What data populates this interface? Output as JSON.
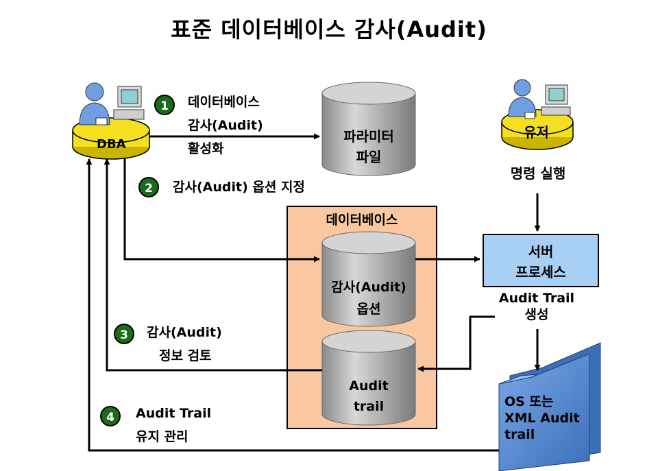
{
  "title": "표준 데이터베이스 감사(Audit)",
  "actors": {
    "dba": "DBA",
    "user": "유저"
  },
  "steps": [
    {
      "number": "1",
      "lines": [
        "데이터베이스",
        "감사(Audit)",
        "활성화"
      ]
    },
    {
      "number": "2",
      "lines": [
        "감사(Audit) 옵션 지정"
      ]
    },
    {
      "number": "3",
      "lines": [
        "감사(Audit)",
        "정보 검토"
      ]
    },
    {
      "number": "4",
      "lines": [
        "Audit Trail",
        "유지 관리"
      ]
    }
  ],
  "parameter_file": [
    "파라미터",
    "파일"
  ],
  "database": {
    "label": "데이터베이스",
    "audit_options": [
      "감사(Audit)",
      "옵션"
    ],
    "audit_trail": [
      "Audit",
      "trail"
    ]
  },
  "user_action": "명령 실행",
  "server_process": [
    "서버",
    "프로세스"
  ],
  "generate": [
    "Audit Trail",
    "생성"
  ],
  "os_trail": [
    "OS 또는",
    "XML Audit",
    "trail"
  ],
  "colors": {
    "badge": "#1a6b1a",
    "database_box": "#f9c8a0",
    "server_box": "#a8d0f4",
    "actor_disc": "#f5e020",
    "cylinder": "#b8b8b8",
    "folder": "#5b8fd0"
  }
}
